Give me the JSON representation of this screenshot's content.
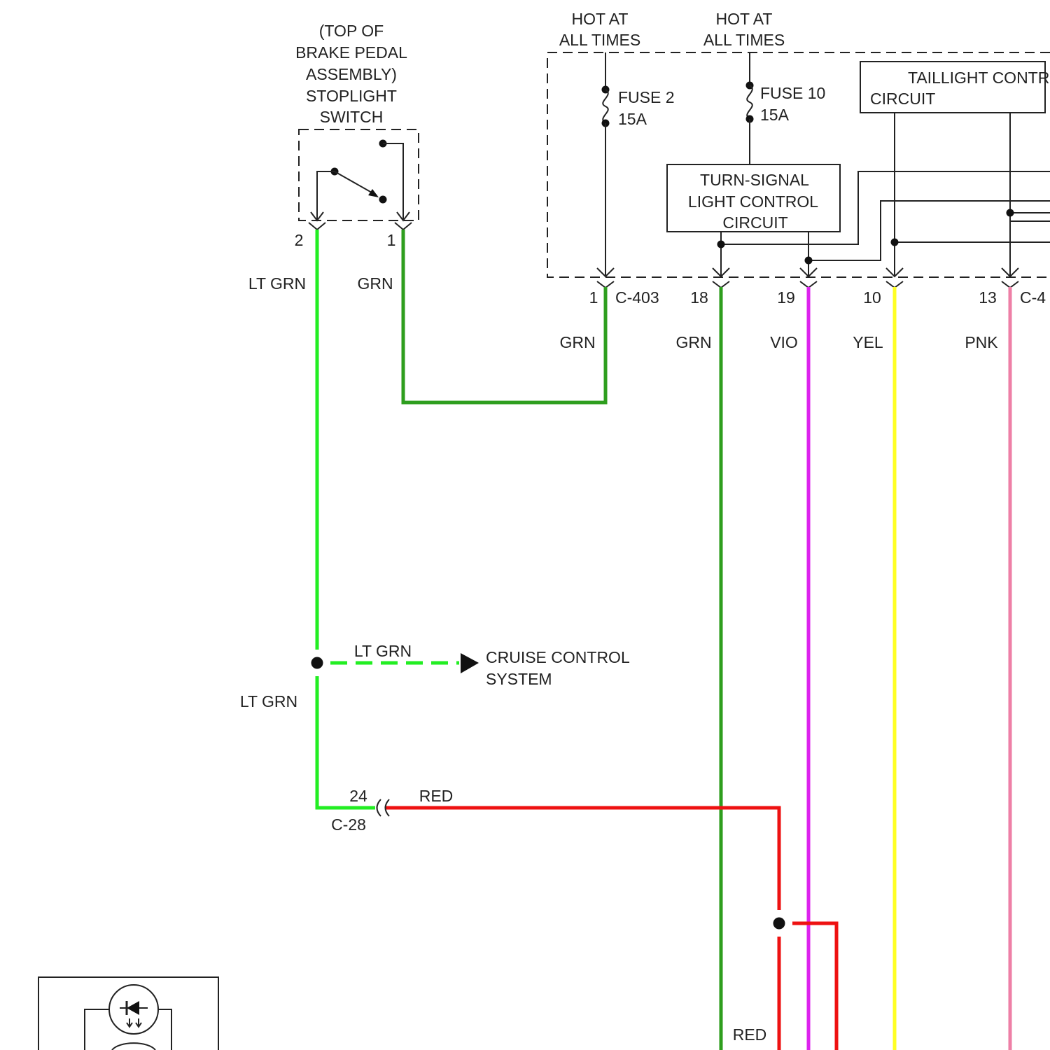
{
  "labels": {
    "stoplight_switch": [
      "(TOP OF",
      "BRAKE PEDAL",
      "ASSEMBLY)",
      "STOPLIGHT",
      "SWITCH"
    ],
    "hot_at_all_times_1": [
      "HOT AT",
      "ALL TIMES"
    ],
    "hot_at_all_times_2": [
      "HOT AT",
      "ALL TIMES"
    ],
    "fuse_2": [
      "FUSE 2",
      "15A"
    ],
    "fuse_10": [
      "FUSE 10",
      "15A"
    ],
    "taillight_control": [
      "TAILLIGHT CONTR",
      "CIRCUIT"
    ],
    "turn_signal_control": [
      "TURN-SIGNAL",
      "LIGHT CONTROL",
      "CIRCUIT"
    ],
    "cruise_control": [
      "CRUISE CONTROL",
      "SYSTEM"
    ]
  },
  "switch_pins": {
    "left": "2",
    "right": "1"
  },
  "connectors": {
    "c403": "C-403",
    "c4_partial": "C-4",
    "c28": "C-28",
    "c28_pin": "24"
  },
  "pins": {
    "p1": "1",
    "p18": "18",
    "p19": "19",
    "p10": "10",
    "p13": "13"
  },
  "wire_labels": {
    "switch_pin2": "LT GRN",
    "switch_pin1": "GRN",
    "c403_pin1": "GRN",
    "pin18": "GRN",
    "pin19": "VIO",
    "pin10": "YEL",
    "pin13": "PNK",
    "cruise_branch": "LT GRN",
    "lower_ltgrn": "LT GRN",
    "c28_red": "RED",
    "lower_red": "RED"
  },
  "wire_colors": {
    "lt_grn": "#22ee22",
    "grn": "#2e9e1e",
    "vio": "#dd22ee",
    "yel": "#ffff22",
    "pnk": "#ee7fa6",
    "red": "#ee1111"
  },
  "icons": [
    "fuse-2-icon",
    "fuse-10-icon",
    "switch-contact-icon",
    "led-lamp-icon",
    "arrow-right-icon"
  ]
}
